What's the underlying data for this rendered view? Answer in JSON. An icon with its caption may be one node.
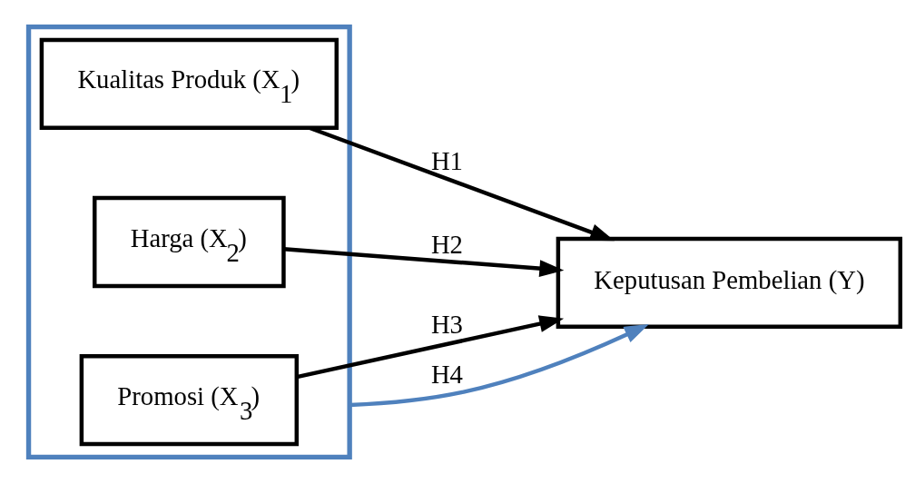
{
  "diagram": {
    "nodes": [
      {
        "text": [],
        "shape": "box"
      },
      {
        "text": [
          "Kualitas Produk (X$_{1}$)"
        ],
        "in": 0
      },
      {
        "text": [
          "Harga (X$_{2}$)"
        ],
        "in": 0
      },
      {
        "text": [
          "Promosi (X$_{3}$)"
        ],
        "in": 0
      },
      {
        "text": [
          "Keputusan Pembelian (Y)"
        ]
      }
    ],
    "edges": [
      {
        "from": 1,
        "to": 4,
        "arrow": "to",
        "label": "H1"
      },
      {
        "from": 2,
        "to": 4,
        "arrow": "to",
        "label": "H2"
      },
      {
        "from": 3,
        "to": 4,
        "arrow": "to",
        "label": "H3"
      },
      {
        "from": 0,
        "to": 4,
        "arrow": "to",
        "label": "H4",
        "color": "#4f81bd"
      }
    ]
  }
}
